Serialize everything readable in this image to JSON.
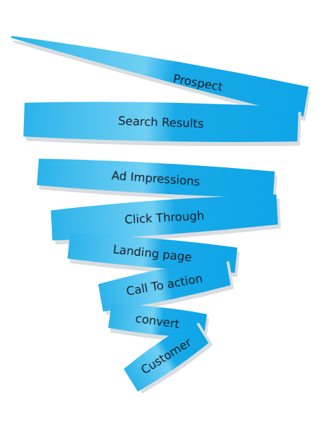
{
  "diagram": {
    "nodes": [
      {
        "text": [
          "Prospect"
        ]
      },
      {
        "text": [
          "Search Results"
        ]
      },
      {
        "text": [
          "Ad Impressions"
        ]
      },
      {
        "text": [
          "Click Through"
        ]
      },
      {
        "text": [
          "Landing page"
        ]
      },
      {
        "text": [
          "Call To action"
        ]
      },
      {
        "text": [
          "convert"
        ]
      },
      {
        "text": [
          "Customer"
        ]
      }
    ]
  }
}
